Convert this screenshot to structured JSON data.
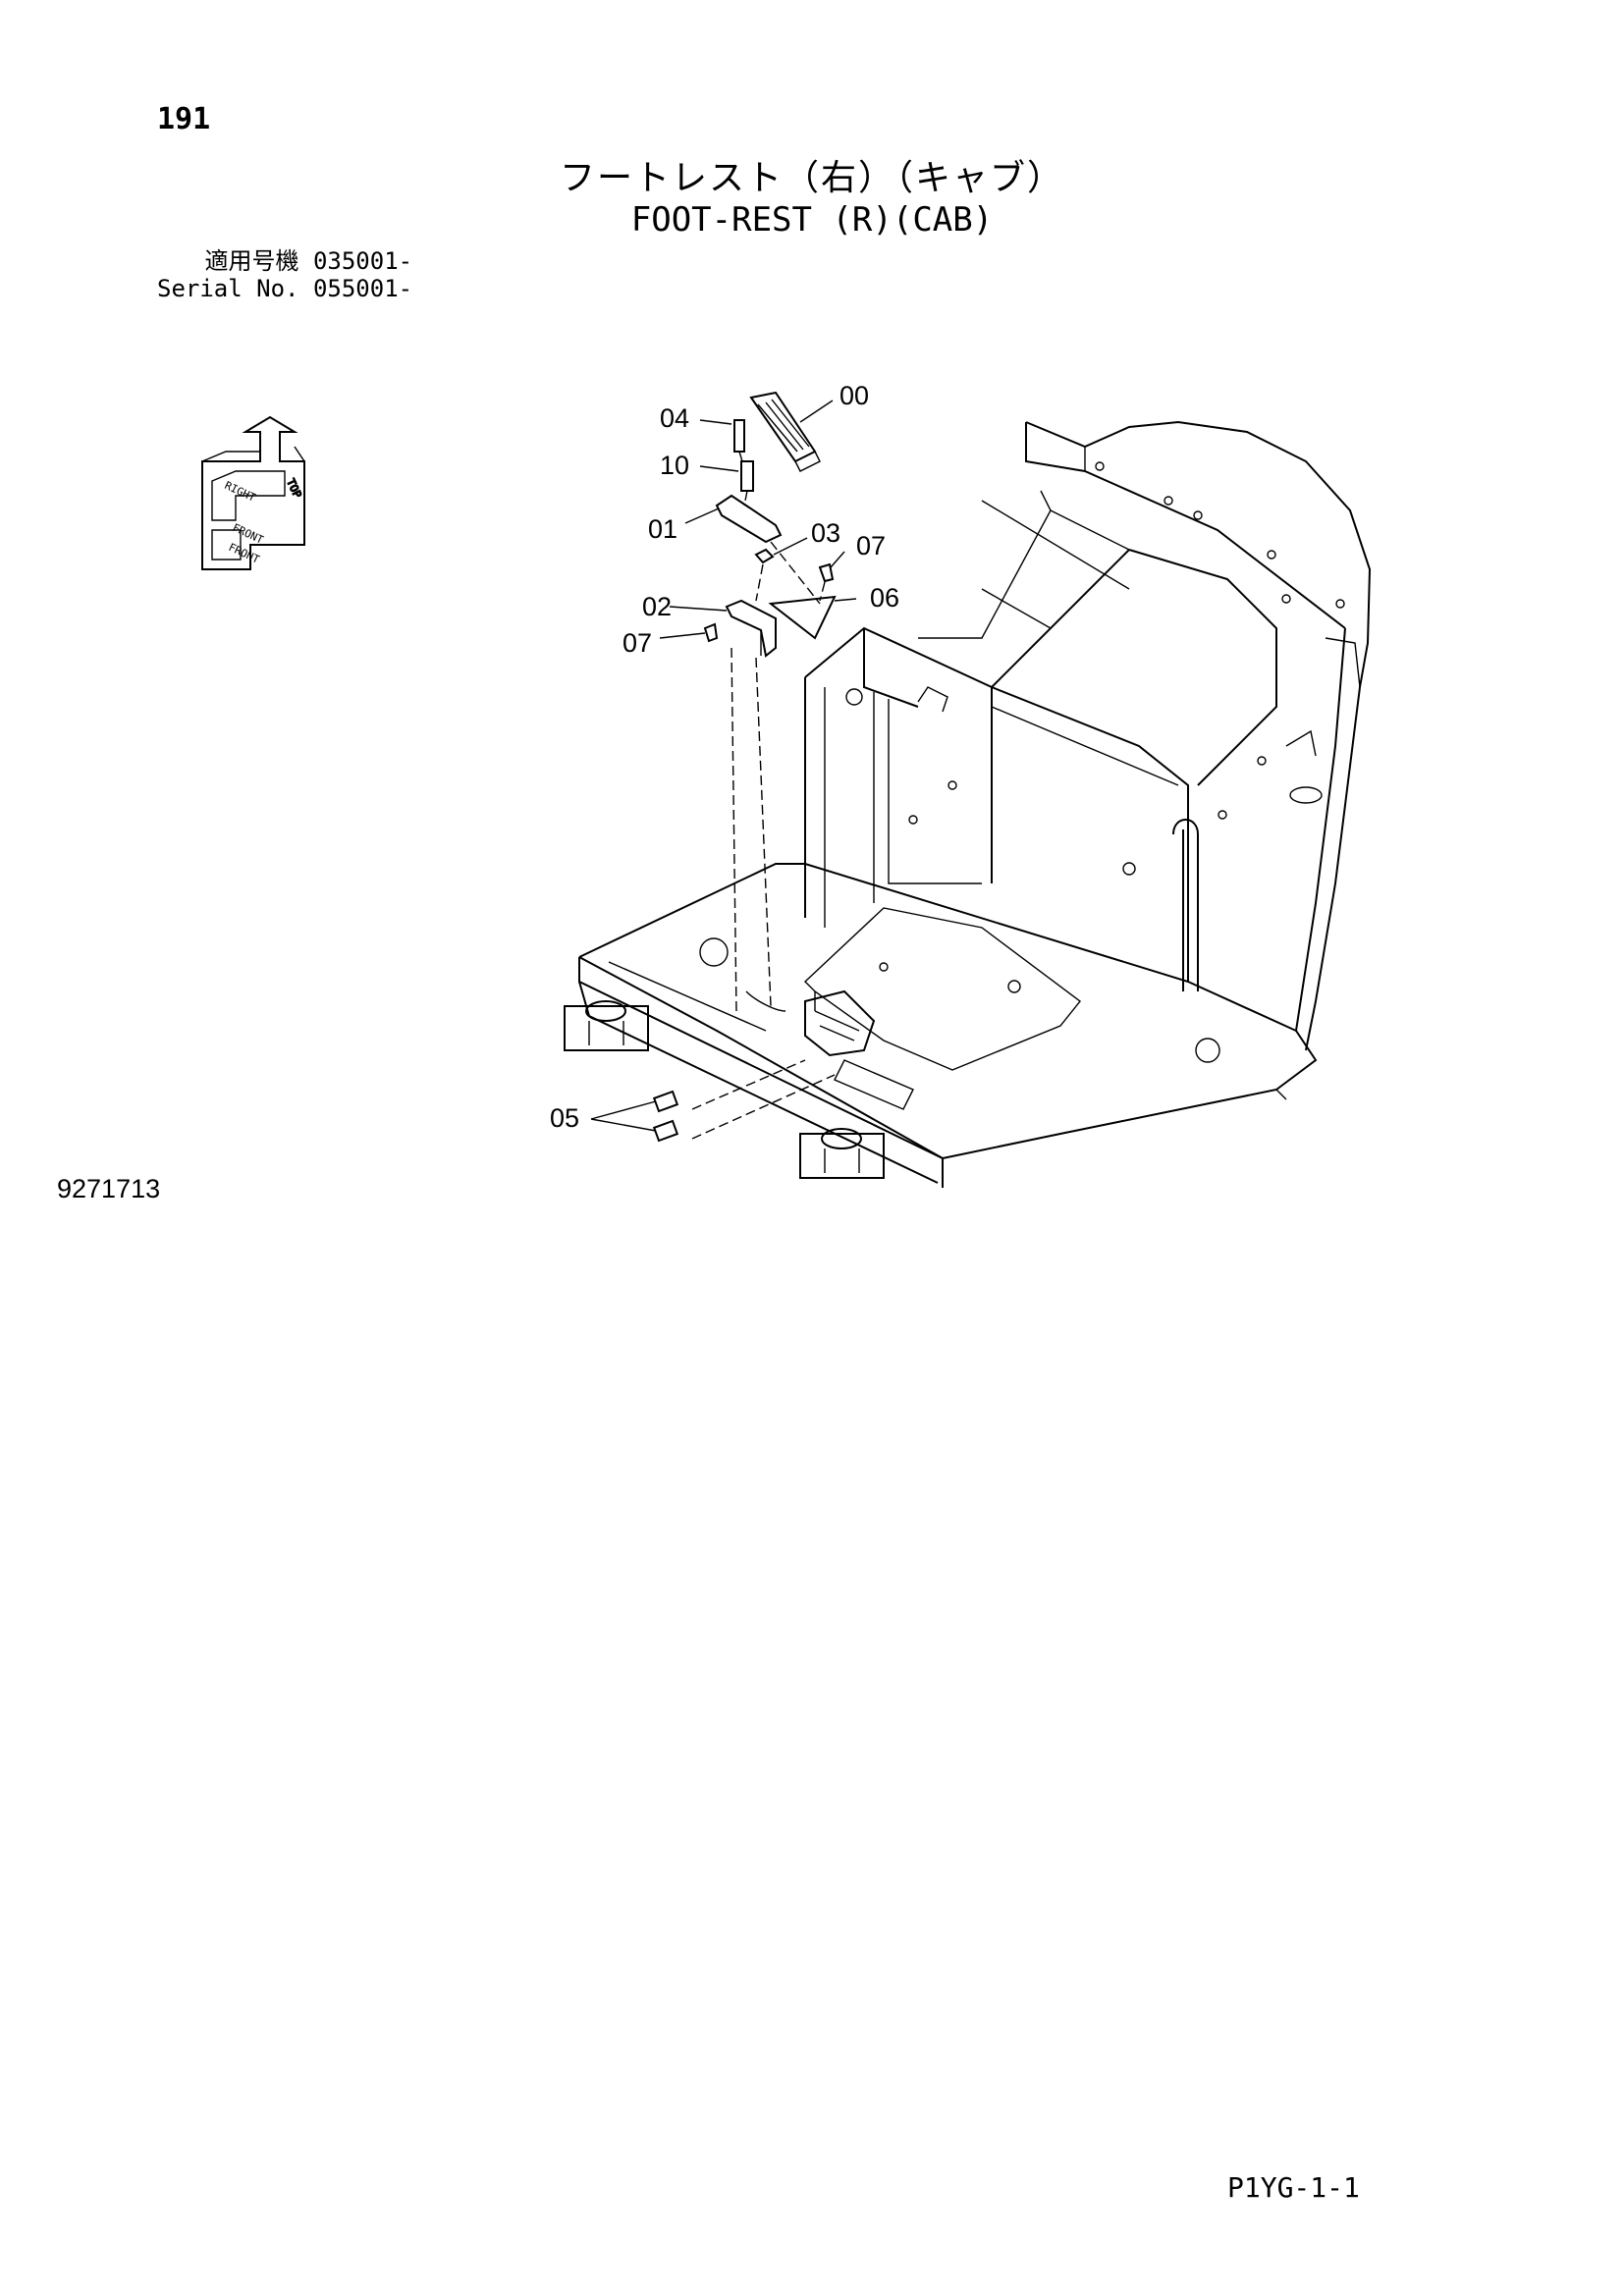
{
  "header": {
    "page_number": "191",
    "title_jp": "フートレスト（右）（キャブ）",
    "title_en": "FOOT-REST (R)(CAB)",
    "serial_jp_label": "適用号機",
    "serial_jp_value": "035001-",
    "serial_en_label": "Serial No.",
    "serial_en_value": "055001-"
  },
  "orientation_icon": {
    "icon": "orientation-cube-icon",
    "top": "TOP",
    "right": "RIGHT",
    "front": "FRONT"
  },
  "callouts": {
    "c00": "00",
    "c04": "04",
    "c10": "10",
    "c01": "01",
    "c03": "03",
    "c07a": "07",
    "c02": "02",
    "c06": "06",
    "c07b": "07",
    "c05": "05"
  },
  "footer": {
    "drawing_number": "9271713",
    "page_code": "P1YG-1-1"
  }
}
